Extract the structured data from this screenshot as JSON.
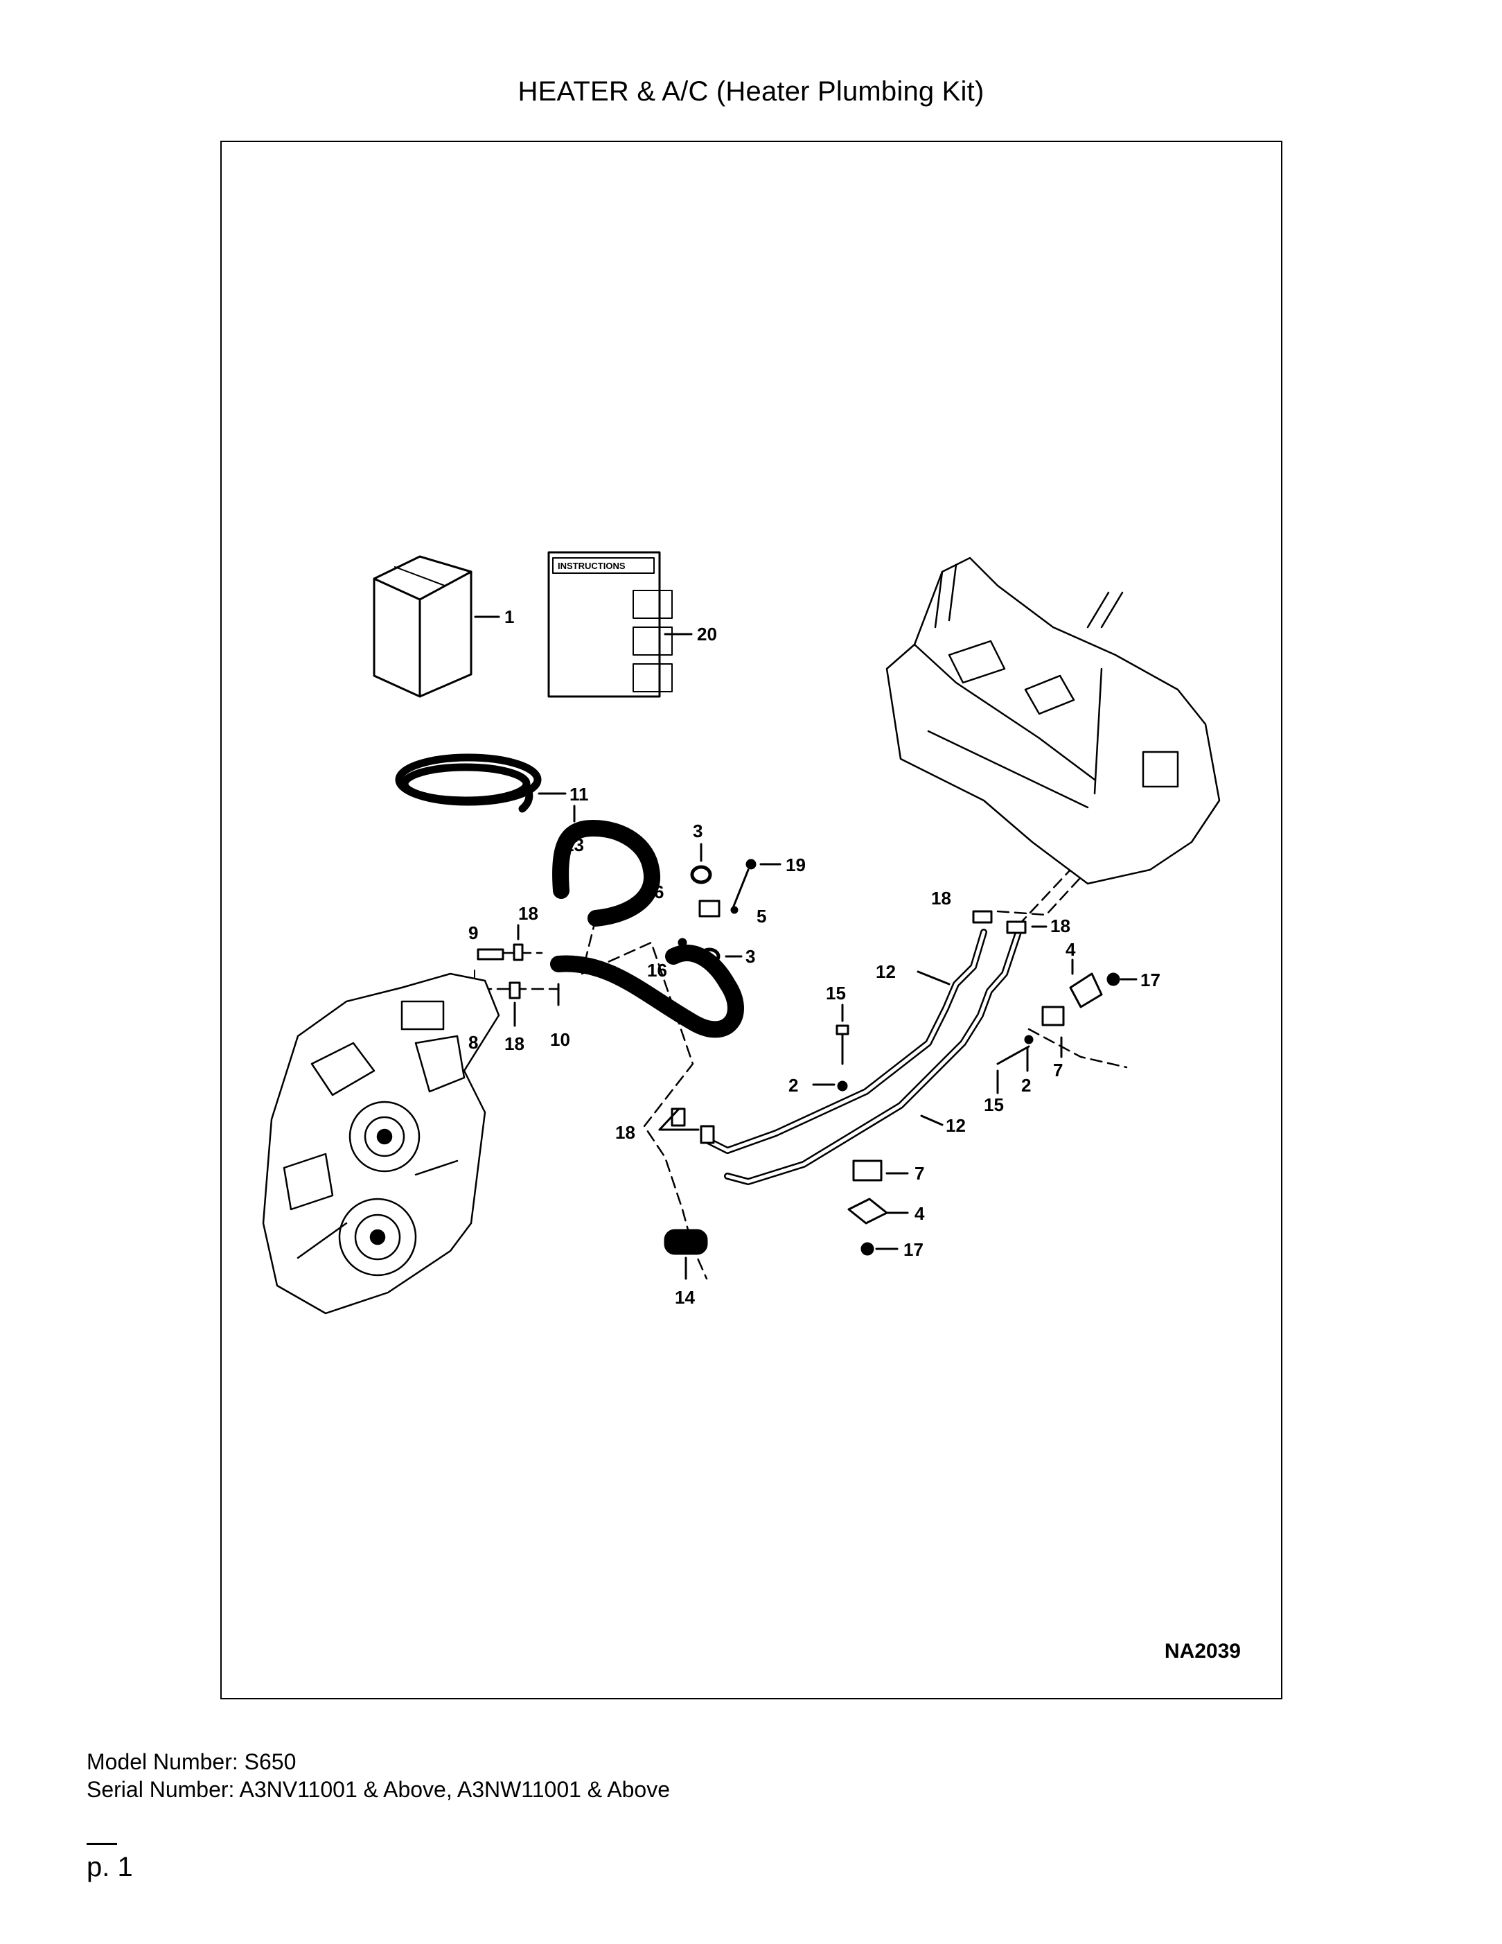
{
  "page": {
    "title": "HEATER & A/C (Heater Plumbing Kit)",
    "page_number": "p. 1"
  },
  "diagram": {
    "figure_id": "NA2039",
    "instructions_label": "INSTRUCTIONS",
    "callouts": {
      "c1": "1",
      "c20": "20",
      "c11": "11",
      "c13": "13",
      "c3a": "3",
      "c19": "19",
      "c6": "6",
      "c5": "5",
      "c3b": "3",
      "c9": "9",
      "c18a": "18",
      "c16": "16",
      "c18b": "18",
      "c18c": "18",
      "c4a": "4",
      "c17a": "17",
      "c12a": "12",
      "c15a": "15",
      "c8": "8",
      "c18d": "18",
      "c10": "10",
      "c2a": "2",
      "c7a": "7",
      "c2b": "2",
      "c15b": "15",
      "c12b": "12",
      "c18e": "18",
      "c7b": "7",
      "c4b": "4",
      "c17b": "17",
      "c14": "14"
    }
  },
  "model_info": {
    "model_line": "Model Number: S650",
    "serial_line": "Serial Number: A3NV11001 & Above, A3NW11001 & Above"
  }
}
